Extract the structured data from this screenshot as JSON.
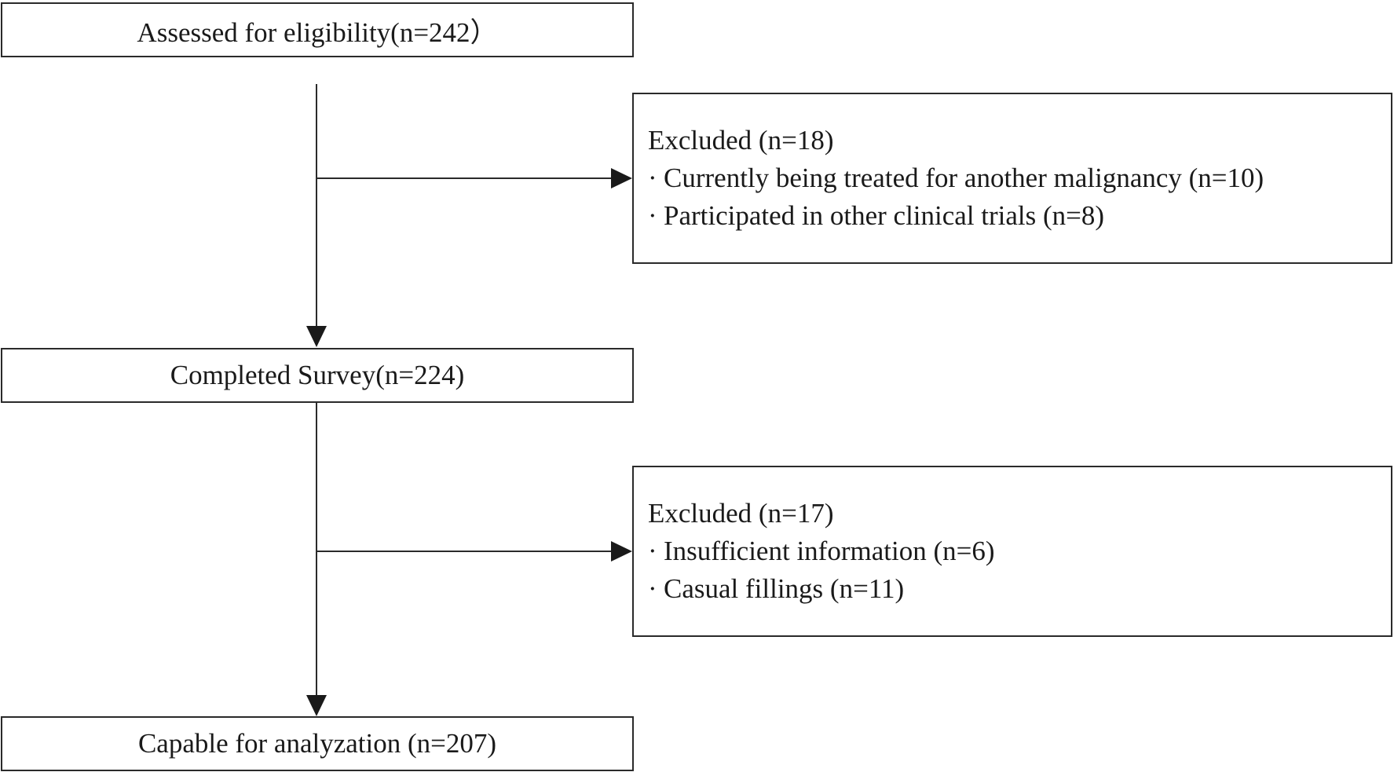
{
  "flow": {
    "box1": {
      "text": "Assessed for eligibility(n=242）"
    },
    "exclusion1": {
      "title": "Excluded (n=18)",
      "items": [
        "Currently being treated for another malignancy (n=10)",
        "Participated in other clinical trials (n=8)"
      ]
    },
    "box2": {
      "text": "Completed Survey(n=224)"
    },
    "exclusion2": {
      "title": "Excluded (n=17)",
      "items": [
        "Insufficient information (n=6)",
        "Casual fillings (n=11)"
      ]
    },
    "box3": {
      "text": "Capable for analyzation (n=207)"
    },
    "bullet": "·"
  },
  "colors": {
    "line": "#2a2a2a"
  }
}
